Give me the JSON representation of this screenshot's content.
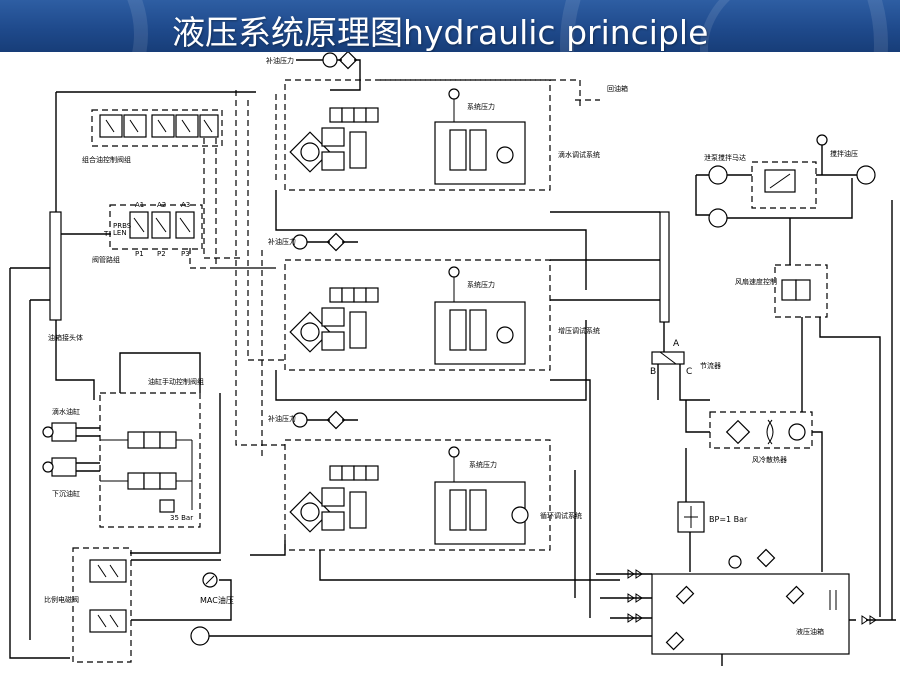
{
  "header": {
    "title": "液压系统原理图hydraulic principle"
  },
  "labels": {
    "makeup_pressure": "补油压力",
    "system_pressure": "系统压力",
    "return_tank": "回油箱",
    "combo_valve": "组合油控制阀组",
    "flush_valve": "阀管路组",
    "manifold": "油箱接头体",
    "manual_valve": "油缸手动控制阀组",
    "drip_cyl": "滴水油缸",
    "lower_cyl": "下沉油缸",
    "prop_valve": "比例电磁阀",
    "mac": "MAC油压",
    "bar35": "35 Bar",
    "sys1": "滴水调试系统",
    "sys2": "增压调试系统",
    "sys3": "循环调试系统",
    "throttle": "节流器",
    "flush_pump": "泄泵搅拌马达",
    "stir_pressure": "搅拌油压",
    "fan_valve": "风扇速度控制",
    "cooler": "风冷散热器",
    "bp": "BP=1 Bar",
    "tank": "液压油箱",
    "port_a": "A",
    "port_b": "B",
    "port_c": "C",
    "port_t": "T",
    "port_p": "P",
    "a1": "A1",
    "a2": "A2",
    "a3": "A3",
    "p1": "P1",
    "p2": "P2",
    "p3": "P3",
    "prbs": "PRBS",
    "len": "LEN"
  }
}
